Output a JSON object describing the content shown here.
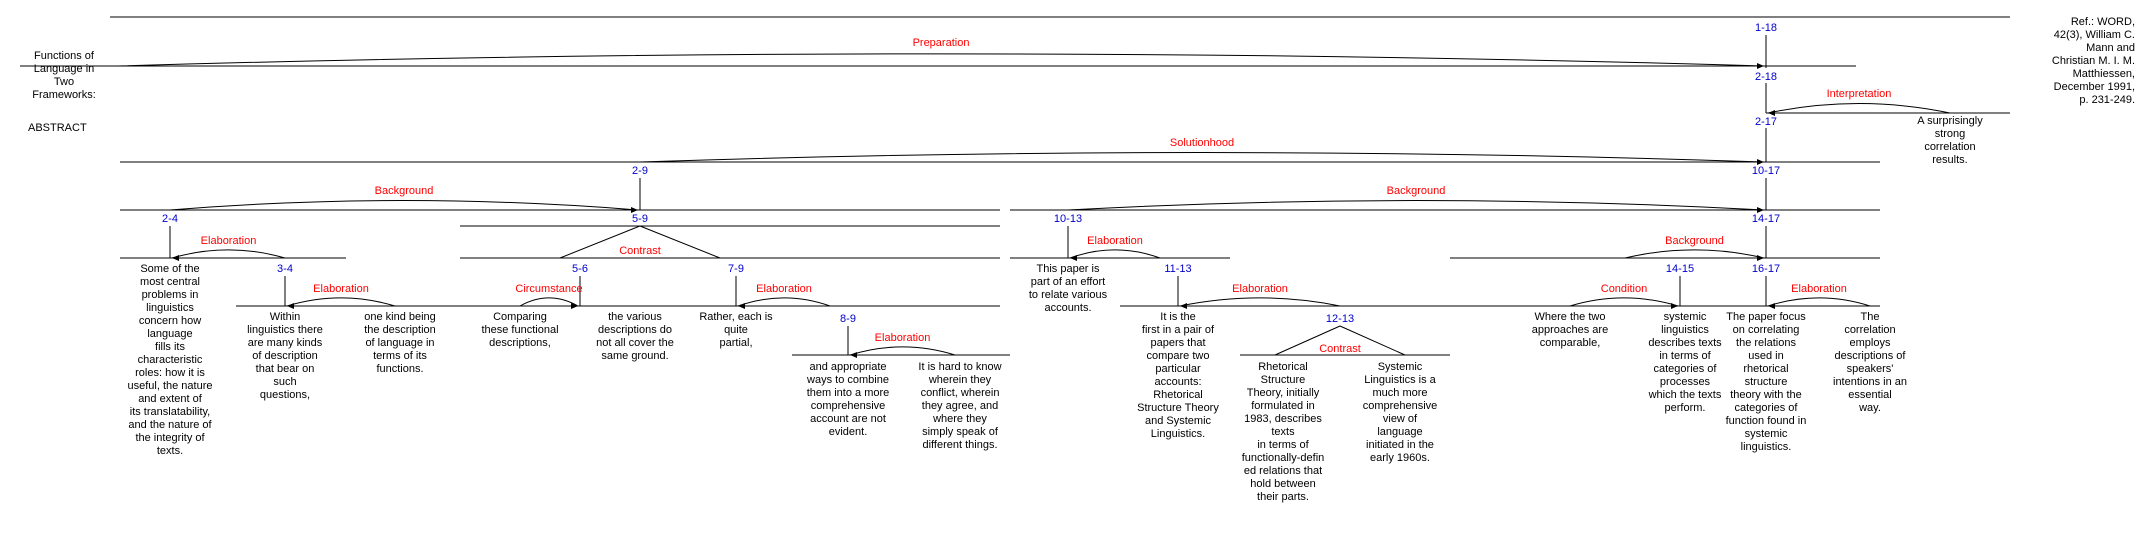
{
  "title_block": {
    "title": "Functions of\nLanguage in\nTwo\nFrameworks:",
    "section": "ABSTRACT"
  },
  "reference": "Ref.: WORD,\n42(3), William C.\nMann and\nChristian M. I. M.\nMatthiessen,\nDecember 1991,\np. 231-249.",
  "colors": {
    "span": "#0000cc",
    "relation": "#ff0000",
    "text": "#000000",
    "line": "#000000"
  },
  "spans": [
    {
      "id": "1-18"
    },
    {
      "id": "2-18"
    },
    {
      "id": "2-17"
    },
    {
      "id": "2-9"
    },
    {
      "id": "10-17"
    },
    {
      "id": "2-4"
    },
    {
      "id": "5-9"
    },
    {
      "id": "10-13"
    },
    {
      "id": "14-17"
    },
    {
      "id": "3-4"
    },
    {
      "id": "5-6"
    },
    {
      "id": "7-9"
    },
    {
      "id": "11-13"
    },
    {
      "id": "14-15"
    },
    {
      "id": "16-17"
    },
    {
      "id": "8-9"
    },
    {
      "id": "12-13"
    }
  ],
  "relations": [
    {
      "id": "preparation",
      "label": "Preparation"
    },
    {
      "id": "interpretation",
      "label": "Interpretation"
    },
    {
      "id": "solutionhood",
      "label": "Solutionhood"
    },
    {
      "id": "background-2-9",
      "label": "Background"
    },
    {
      "id": "background-10-17",
      "label": "Background"
    },
    {
      "id": "contrast-5-9",
      "label": "Contrast"
    },
    {
      "id": "elaboration-2-4",
      "label": "Elaboration"
    },
    {
      "id": "elaboration-10-13",
      "label": "Elaboration"
    },
    {
      "id": "background-14-17",
      "label": "Background"
    },
    {
      "id": "elaboration-3-4",
      "label": "Elaboration"
    },
    {
      "id": "circumstance",
      "label": "Circumstance"
    },
    {
      "id": "elaboration-7-9",
      "label": "Elaboration"
    },
    {
      "id": "elaboration-11-13",
      "label": "Elaboration"
    },
    {
      "id": "condition",
      "label": "Condition"
    },
    {
      "id": "elaboration-16-17",
      "label": "Elaboration"
    },
    {
      "id": "elaboration-8-9",
      "label": "Elaboration"
    },
    {
      "id": "contrast-12-13",
      "label": "Contrast"
    }
  ],
  "segments": [
    {
      "id": "s18",
      "text": "A surprisingly\nstrong\ncorrelation\nresults."
    },
    {
      "id": "s2",
      "text": "Some of the\nmost central\nproblems in\nlinguistics\nconcern how\nlanguage\nfills its\ncharacteristic\nroles: how it is\nuseful, the nature\nand extent of\nits translatability,\nand the nature of\nthe integrity of\ntexts."
    },
    {
      "id": "s3",
      "text": "Within\nlinguistics there\nare many kinds\nof description\nthat bear on\nsuch\nquestions,"
    },
    {
      "id": "s4",
      "text": "one kind being\nthe description\nof language in\nterms of its\nfunctions."
    },
    {
      "id": "s5",
      "text": "Comparing\nthese functional\ndescriptions,"
    },
    {
      "id": "s6",
      "text": "the various\ndescriptions do\nnot all cover the\nsame ground."
    },
    {
      "id": "s7",
      "text": "Rather, each is\nquite\npartial,"
    },
    {
      "id": "s8",
      "text": "and appropriate\nways to combine\nthem into a more\ncomprehensive\naccount are not\nevident."
    },
    {
      "id": "s9",
      "text": "It is hard to know\nwherein they\nconflict, wherein\nthey agree, and\nwhere they\nsimply speak of\ndifferent things."
    },
    {
      "id": "s10",
      "text": "This paper is\npart of an effort\nto relate various\naccounts."
    },
    {
      "id": "s11",
      "text": "It is the\nfirst in a pair of\npapers that\ncompare two\nparticular\naccounts:\nRhetorical\nStructure Theory\nand Systemic\nLinguistics."
    },
    {
      "id": "s12",
      "text": "Rhetorical\nStructure\nTheory, initially\nformulated in\n1983, describes\ntexts\nin terms of\nfunctionally-defin\ned relations that\nhold between\ntheir parts."
    },
    {
      "id": "s13",
      "text": "Systemic\nLinguistics is a\nmuch more\ncomprehensive\nview of\nlanguage\ninitiated in the\nearly 1960s."
    },
    {
      "id": "s14",
      "text": "Where the two\napproaches are\ncomparable,"
    },
    {
      "id": "s15",
      "text": "systemic\nlinguistics\ndescribes texts\nin terms of\ncategories of\nprocesses\nwhich the texts\nperform."
    },
    {
      "id": "s16",
      "text": "The paper focus\non correlating\nthe relations\nused in\nrhetorical\nstructure\ntheory with the\ncategories of\nfunction found in\nsystemic\nlinguistics."
    },
    {
      "id": "s17",
      "text": "The\ncorrelation\nemploys\ndescriptions of\nspeakers'\nintentions in an\nessential\nway."
    }
  ]
}
